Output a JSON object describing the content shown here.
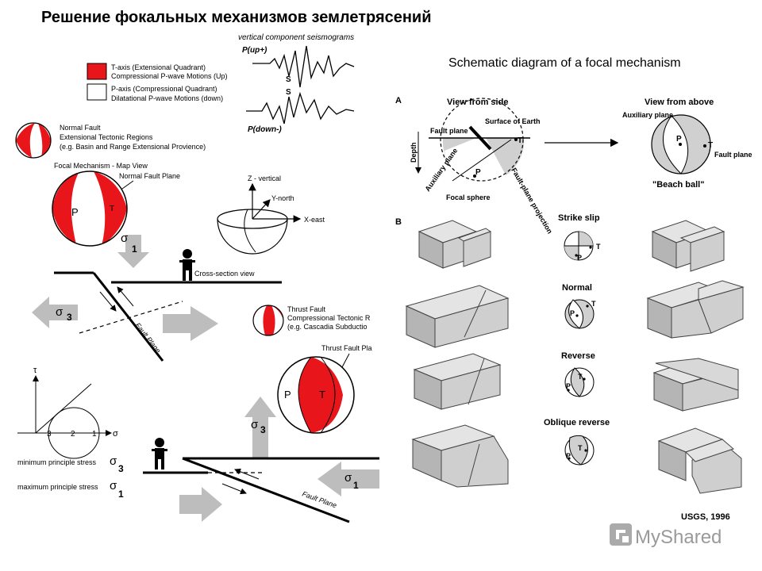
{
  "title": "Решение фокальных механизмов землетрясений",
  "left": {
    "seismo_title": "vertical component seismograms",
    "p_up": "P(up+)",
    "p_down": "P(down-)",
    "s1": "S",
    "s2": "S",
    "legend_t1": "T-axis (Extensional Quadrant)",
    "legend_t2": "Compressional P-wave Motions (Up)",
    "legend_p1": "P-axis (Compressional Quadrant)",
    "legend_p2": "Dilatational P-wave Motions (down)",
    "normal1": "Normal Fault",
    "normal2": "Extensional Tectonic Regions",
    "normal3": "(e.g. Basin and Range Extensional Provience)",
    "map_view": "Focal Mechanism - Map View",
    "normal_plane": "Normal Fault Plane",
    "p": "P",
    "t": "T",
    "z": "Z - vertical",
    "y": "Y-north",
    "x": "X-east",
    "sigma": "σ",
    "sub1": "1",
    "sub3": "3",
    "cross": "Cross-section view",
    "fault_plane": "Fault Plane",
    "thrust1": "Thrust Fault",
    "thrust2": "Compressional Tectonic R",
    "thrust3": "(e.g. Cascadia Subductio",
    "thrust_plane": "Thrust Fault Pla",
    "tau": "τ",
    "m3": "3",
    "m2": "2",
    "m1": "1",
    "min_stress": "minimum principle stress",
    "max_stress": "maximum principle stress"
  },
  "right": {
    "schem_title": "Schematic diagram of a focal mechanism",
    "a": "A",
    "b": "B",
    "side": "View from side",
    "above": "View from above",
    "fault_plane": "Fault plane",
    "surface": "Surface of Earth",
    "depth": "Depth",
    "aux": "Auxiliary plane",
    "aux_above": "Auxiliary plane",
    "fp_proj": "Fault-plane projection",
    "focal": "Focal sphere",
    "beach": "\"Beach ball\"",
    "fault_plane2": "Fault plane",
    "p": "P",
    "t": "T",
    "strike": "Strike slip",
    "normal": "Normal",
    "reverse": "Reverse",
    "oblique": "Oblique reverse",
    "usgs": "USGS, 1996"
  },
  "watermark": "MyShared",
  "colors": {
    "red": "#e8161b",
    "gray": "#c8c8c8",
    "dark": "#8c8c8c"
  }
}
